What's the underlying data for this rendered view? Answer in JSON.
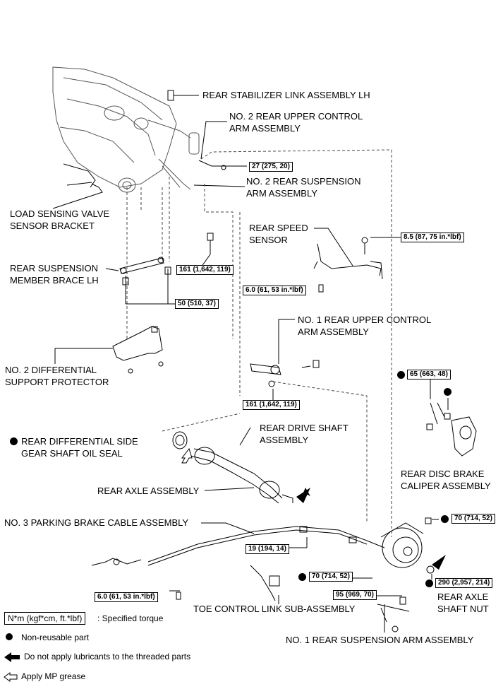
{
  "labels": {
    "stab_link": "REAR STABILIZER LINK ASSEMBLY LH",
    "upper_arm2": [
      "NO. 2 REAR UPPER CONTROL",
      "ARM ASSEMBLY"
    ],
    "susp_arm2": [
      "NO. 2 REAR SUSPENSION",
      "ARM ASSEMBLY"
    ],
    "load_sensing": [
      "LOAD SENSING VALVE",
      "SENSOR BRACKET"
    ],
    "speed_sensor": [
      "REAR SPEED",
      "SENSOR"
    ],
    "brace": [
      "REAR SUSPENSION",
      "MEMBER BRACE LH"
    ],
    "upper_arm1": [
      "NO. 1 REAR UPPER CONTROL",
      "ARM ASSEMBLY"
    ],
    "diff_protector": [
      "NO. 2 DIFFERENTIAL",
      "SUPPORT PROTECTOR"
    ],
    "oil_seal": [
      "REAR DIFFERENTIAL SIDE",
      "GEAR SHAFT OIL SEAL"
    ],
    "drive_shaft": [
      "REAR DRIVE SHAFT",
      "ASSEMBLY"
    ],
    "axle_assembly": "REAR AXLE ASSEMBLY",
    "caliper": [
      "REAR DISC BRAKE",
      "CALIPER ASSEMBLY"
    ],
    "parking_cable": "NO. 3 PARKING BRAKE CABLE ASSEMBLY",
    "axle_nut": [
      "REAR AXLE",
      "SHAFT NUT"
    ],
    "toe_link": "TOE CONTROL LINK SUB-ASSEMBLY",
    "susp_arm1": "NO. 1 REAR SUSPENSION ARM ASSEMBLY"
  },
  "torques": {
    "t27": "27 (275, 20)",
    "t85": "8.5 (87, 75 in.*lbf)",
    "t161a": "161 (1,642, 119)",
    "t60a": "6.0 (61, 53 in.*lbf)",
    "t50": "50 (510, 37)",
    "t161b": "161 (1,642, 119)",
    "t65": "65 (663, 48)",
    "t70a": "70 (714, 52)",
    "t19": "19 (194, 14)",
    "t70b": "70 (714, 52)",
    "t290": "290 (2,957, 214)",
    "t95": "95 (969, 70)",
    "t60b": "6.0 (61, 53 in.*lbf)"
  },
  "legend": {
    "torque_box": "N*m (kgf*cm, ft.*lbf)",
    "torque_desc": ": Specified torque",
    "nonreusable": "Non-reusable part",
    "no_lube": "Do not apply lubricants to the threaded parts",
    "mp_grease": "Apply MP grease"
  }
}
